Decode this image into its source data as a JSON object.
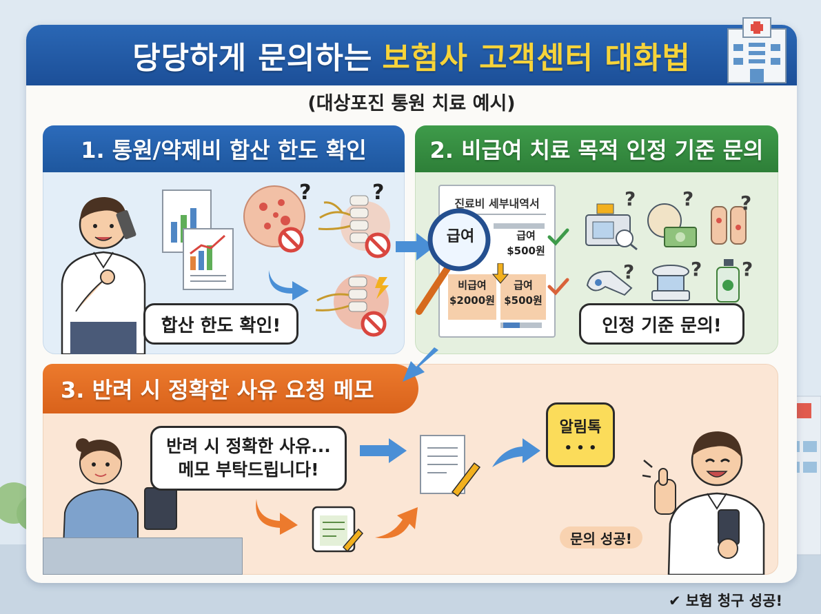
{
  "title": {
    "part_a": "당당하게 문의하는",
    "part_b": "보험사 고객센터 대화법"
  },
  "subtitle": "(대상포진 통원 치료 예시)",
  "step1": {
    "heading": "1. 통원/약제비 합산 한도 확인",
    "bubble": "합산 한도 확인!"
  },
  "step2": {
    "heading": "2. 비급여 치료 목적 인정 기준 문의",
    "bubble": "인정 기준 문의!",
    "receipt": {
      "title": "진료비 세부내역서",
      "magnified": "급여",
      "row1": {
        "label": "급여",
        "amount": "$500원"
      },
      "row2_left": {
        "label": "비급여",
        "amount": "$2000원"
      },
      "row2_right": {
        "label": "급여",
        "amount": "$500원"
      }
    }
  },
  "step3": {
    "heading": "3. 반려 시 정확한 사유 요청 메모",
    "bubble_line1": "반려 시 정확한 사유...",
    "bubble_line2": "메모 부탁드립니다!",
    "alimtalk_title": "알림톡",
    "alimtalk_dots": "• • •",
    "success": "문의 성공!"
  },
  "footer": "✔ 보험 청구 성공!",
  "colors": {
    "blue": "#2a67b5",
    "green": "#3e9b4a",
    "orange": "#ec7a2d",
    "yellow": "#f6d33a"
  }
}
